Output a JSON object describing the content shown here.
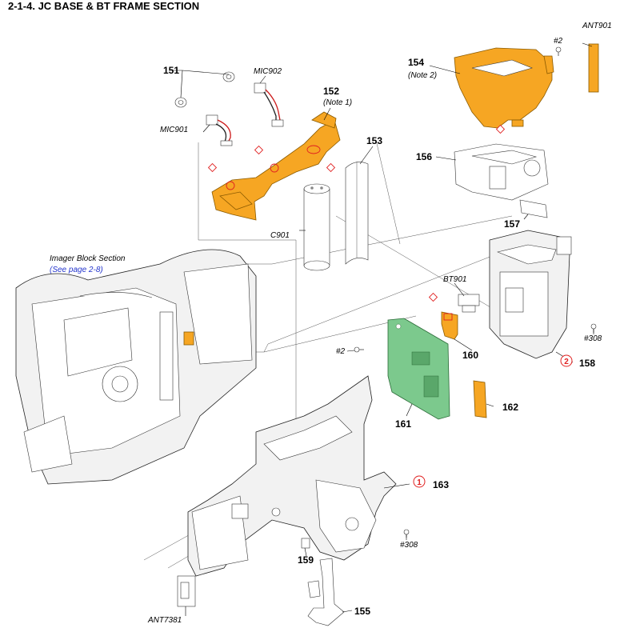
{
  "title": "2-1-4. JC BASE & BT FRAME SECTION",
  "callouts": {
    "p151": "151",
    "p152": "152",
    "p153": "153",
    "p154": "154",
    "p155": "155",
    "p156": "156",
    "p157": "157",
    "p158": "158",
    "p159": "159",
    "p160": "160",
    "p161": "161",
    "p162": "162",
    "p163": "163"
  },
  "notes": {
    "n152": "(Note 1)",
    "n154": "(Note 2)"
  },
  "refs": {
    "mic902": "MIC902",
    "mic901": "MIC901",
    "c901": "C901",
    "ant901": "ANT901",
    "bt901": "BT901",
    "ant7381": "ANT7381",
    "screw2_top": "#2",
    "screw2_mid": "#2",
    "screw308_right": "#308",
    "screw308_bottom": "#308"
  },
  "imager": {
    "label": "Imager Block Section",
    "link": "(See page 2-8)"
  },
  "markers": {
    "m1": "1",
    "m2": "2"
  },
  "colors": {
    "orange_parts": "#f6a623",
    "board": "#7cc98d",
    "marker": "#e02020",
    "link": "#2233cc"
  }
}
